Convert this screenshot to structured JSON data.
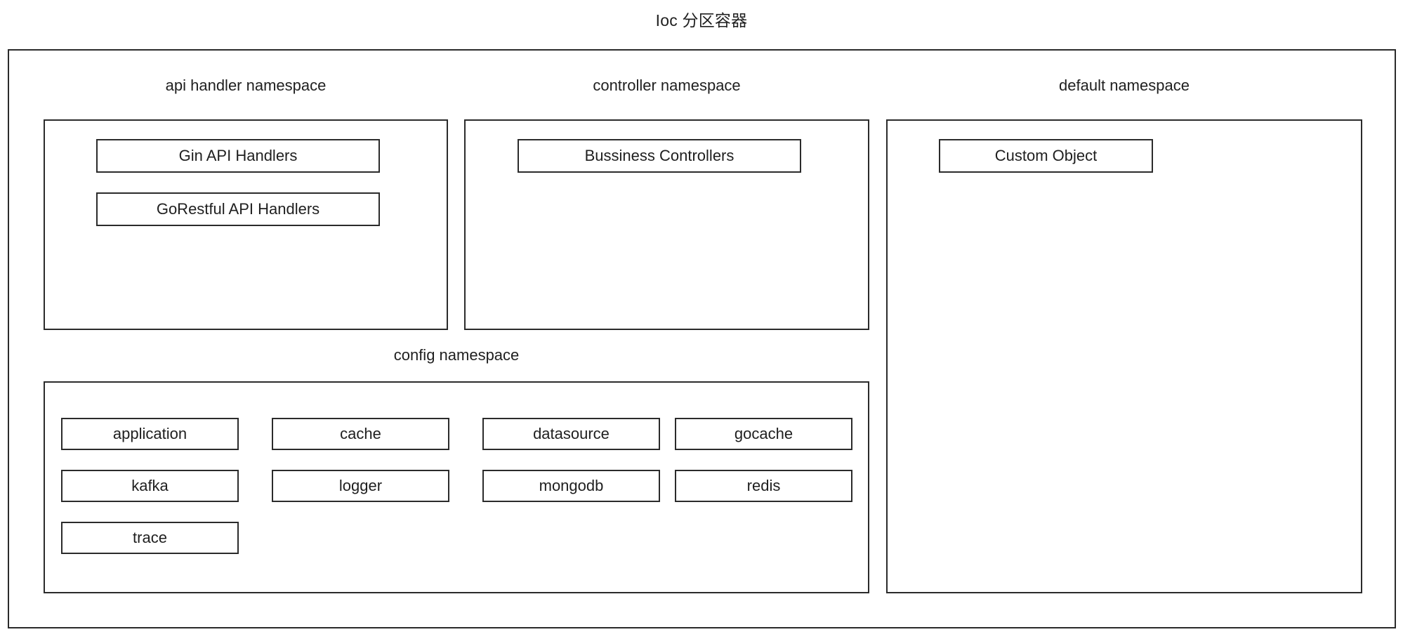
{
  "diagram": {
    "title": "Ioc 分区容器",
    "type": "nested-container-diagram",
    "colors": {
      "border": "#2b2b2b",
      "background": "#ffffff",
      "text": "#1f1f1f"
    }
  },
  "namespaces": [
    {
      "id": "api-handler",
      "label": "api handler namespace",
      "items": [
        {
          "label": "Gin API Handlers"
        },
        {
          "label": "GoRestful API Handlers"
        }
      ]
    },
    {
      "id": "controller",
      "label": "controller namespace",
      "items": [
        {
          "label": "Bussiness Controllers"
        }
      ]
    },
    {
      "id": "default",
      "label": "default namespace",
      "items": [
        {
          "label": "Custom Object"
        }
      ]
    },
    {
      "id": "config",
      "label": "config namespace",
      "items": [
        {
          "label": "application"
        },
        {
          "label": "cache"
        },
        {
          "label": "datasource"
        },
        {
          "label": "gocache"
        },
        {
          "label": "kafka"
        },
        {
          "label": "logger"
        },
        {
          "label": "mongodb"
        },
        {
          "label": "redis"
        },
        {
          "label": "trace"
        }
      ]
    }
  ]
}
